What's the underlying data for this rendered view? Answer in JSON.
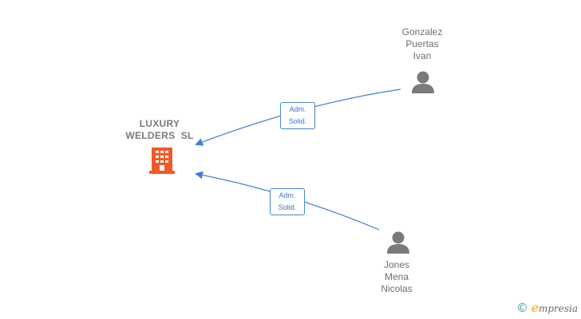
{
  "company": {
    "name_line1": "LUXURY",
    "name_line2": "WELDERS  SL",
    "icon": "building-icon",
    "icon_color": "#f05a28"
  },
  "people": [
    {
      "line1": "Gonzalez",
      "line2": "Puertas",
      "line3": "Ivan",
      "icon": "person-icon"
    },
    {
      "line1": "Jones",
      "line2": "Mena",
      "line3": "Nicolas",
      "icon": "person-icon"
    }
  ],
  "relations": [
    {
      "line1": "Adm.",
      "line2": "Solid."
    },
    {
      "line1": "Adm.",
      "line2": "Solid."
    }
  ],
  "colors": {
    "edge": "#3f7fd6",
    "person_icon": "#7a7a7a",
    "label_text": "#6f6f6f"
  },
  "brand": {
    "copyright_symbol": "©",
    "name": "mpresia",
    "initial": "e",
    "initial_color": "#f5a300"
  }
}
